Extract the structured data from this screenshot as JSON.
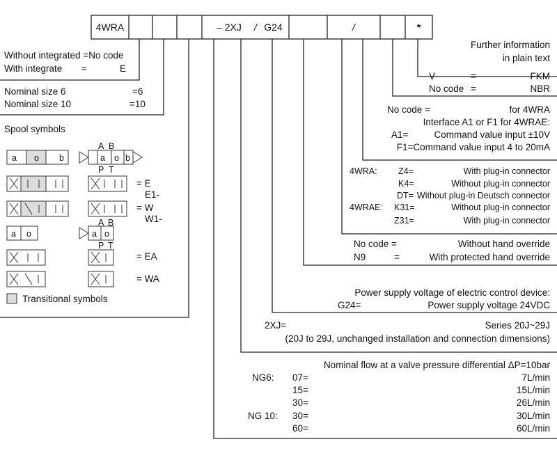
{
  "header": {
    "cells": [
      "4WRA",
      "",
      "",
      "",
      "– 2XJ",
      "G24",
      "",
      "/",
      "",
      "*"
    ],
    "slash_between": "/"
  },
  "left": {
    "integrated": [
      "Without integrated =No code",
      "With integrate",
      "=",
      "E"
    ],
    "size6": [
      "Nominal size 6",
      "=6"
    ],
    "size10": [
      "Nominal size 10",
      "=10"
    ],
    "spool_title": "Spool symbols",
    "spool_labels": [
      "= E",
      "E1-",
      "= W",
      "W1-",
      "= EA",
      "= WA"
    ],
    "transitional": "Transitional symbols",
    "sym_letters": {
      "a": "a",
      "o": "o",
      "b": "b",
      "A": "A",
      "B": "B",
      "P": "P",
      "T": "T",
      "W": "W"
    }
  },
  "right": {
    "further": [
      "Further information",
      "in plain text"
    ],
    "seal": [
      [
        "V",
        "=",
        "FKM"
      ],
      [
        "No code",
        "=",
        "NBR"
      ]
    ],
    "interface": {
      "l1": [
        "No code =",
        "for 4WRA"
      ],
      "l2": "Interface A1 or F1 for 4WRAE:",
      "l3": [
        "A1=",
        "Command value input ±10V"
      ],
      "l4": "F1=Command value input 4 to 20mA"
    },
    "connectors": {
      "wra": "4WRA:",
      "wrae": "4WRAE:",
      "rows": [
        [
          "Z4=",
          "With plug-in connector"
        ],
        [
          "K4=",
          "Without plug-in connector"
        ],
        [
          "DT=",
          "Without plug-in Deutsch connector"
        ],
        [
          "K31=",
          "Without plug-in connector"
        ],
        [
          "Z31=",
          "With plug-in connector"
        ]
      ]
    },
    "hand": [
      [
        "No code =",
        "Without hand override"
      ],
      [
        "N9",
        "=",
        "With protected hand override"
      ]
    ],
    "power": [
      "Power supply voltage of electric control device:",
      "G24=",
      "Power supply voltage 24VDC"
    ],
    "series": [
      "2XJ=",
      "Series 20J~29J",
      "(20J to 29J, unchanged installation and connection dimensions)"
    ],
    "flow": {
      "title": "Nominal flow at a valve pressure differential ΔP=10bar",
      "ng6": "NG6:",
      "ng10": "NG 10:",
      "rows": [
        [
          "07=",
          "7L/min"
        ],
        [
          "15=",
          "15L/min"
        ],
        [
          "30=",
          "26L/min"
        ],
        [
          "30=",
          "30L/min"
        ],
        [
          "60=",
          "60L/min"
        ]
      ]
    }
  }
}
